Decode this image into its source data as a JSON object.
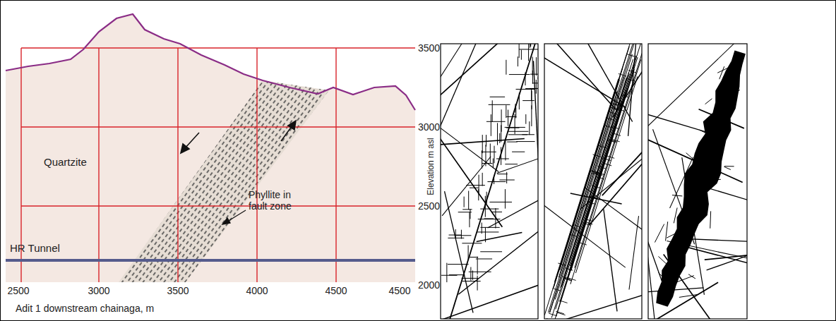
{
  "diagram": {
    "labels": [
      "Quartzite",
      "Phyllite in fault zone",
      "HR Tunnel",
      "3500",
      "3000",
      "2500",
      "2000",
      "Elevation m asl",
      "2500",
      "3000",
      "3500",
      "4000",
      "4500",
      "4500",
      "Adit 1 downstream chainaga, m"
    ]
  }
}
